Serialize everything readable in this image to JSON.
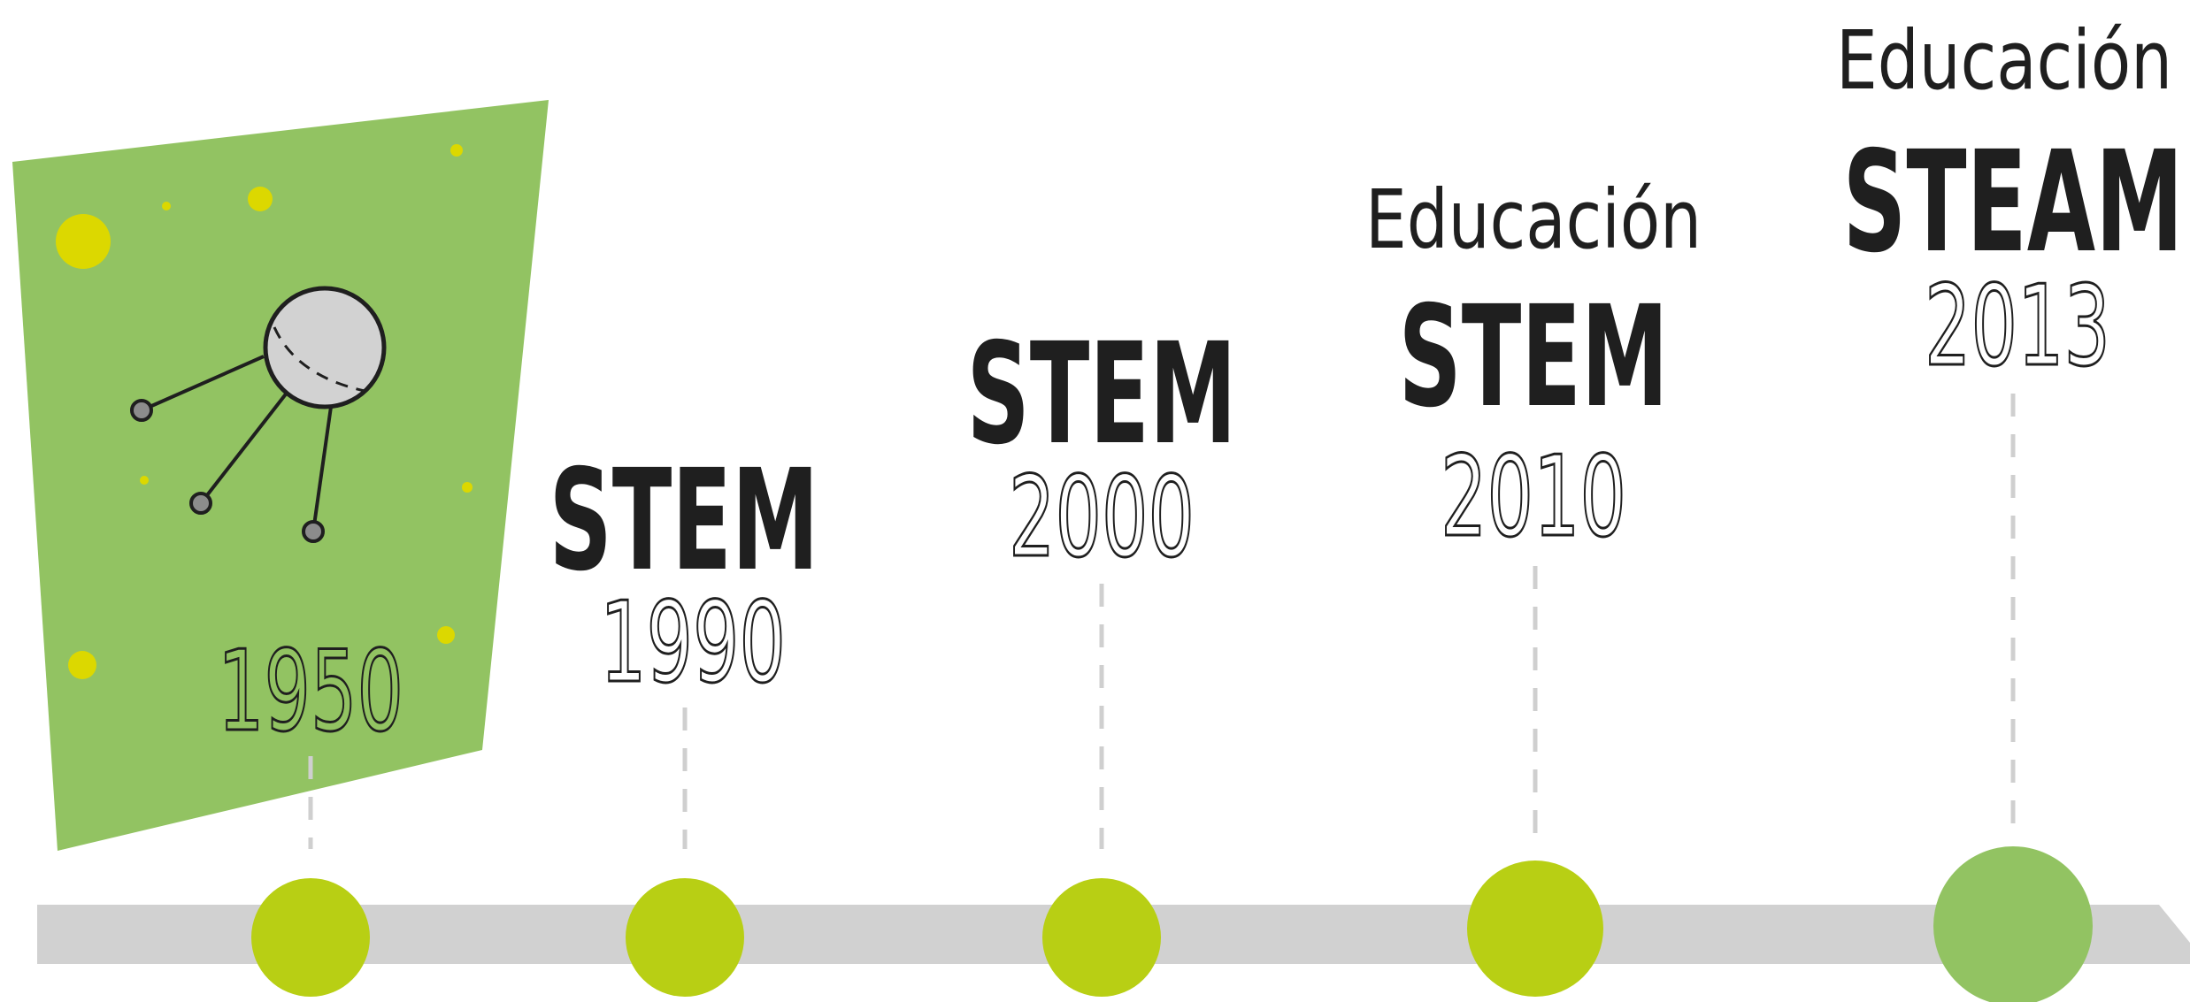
{
  "colors": {
    "panel": "#92c362",
    "dot": "#dcd800",
    "milestone": "#b8cf14",
    "milestone_final": "#92c362",
    "track": "#d1d1d1",
    "connector": "#cfcfcf",
    "ink": "#1f1f1f",
    "satellite_body": "#d2d2d2",
    "antenna_tip": "#8c8c8c"
  },
  "illustration": {
    "icon": "sputnik-satellite-icon"
  },
  "timeline": {
    "milestones": [
      {
        "year": "1950",
        "subtitle": "",
        "headline": ""
      },
      {
        "year": "1990",
        "subtitle": "",
        "headline": "STEM"
      },
      {
        "year": "2000",
        "subtitle": "",
        "headline": "STEM"
      },
      {
        "year": "2010",
        "subtitle": "Educación",
        "headline": "STEM"
      },
      {
        "year": "2013",
        "subtitle": "Educación",
        "headline": "STEAM"
      }
    ]
  }
}
